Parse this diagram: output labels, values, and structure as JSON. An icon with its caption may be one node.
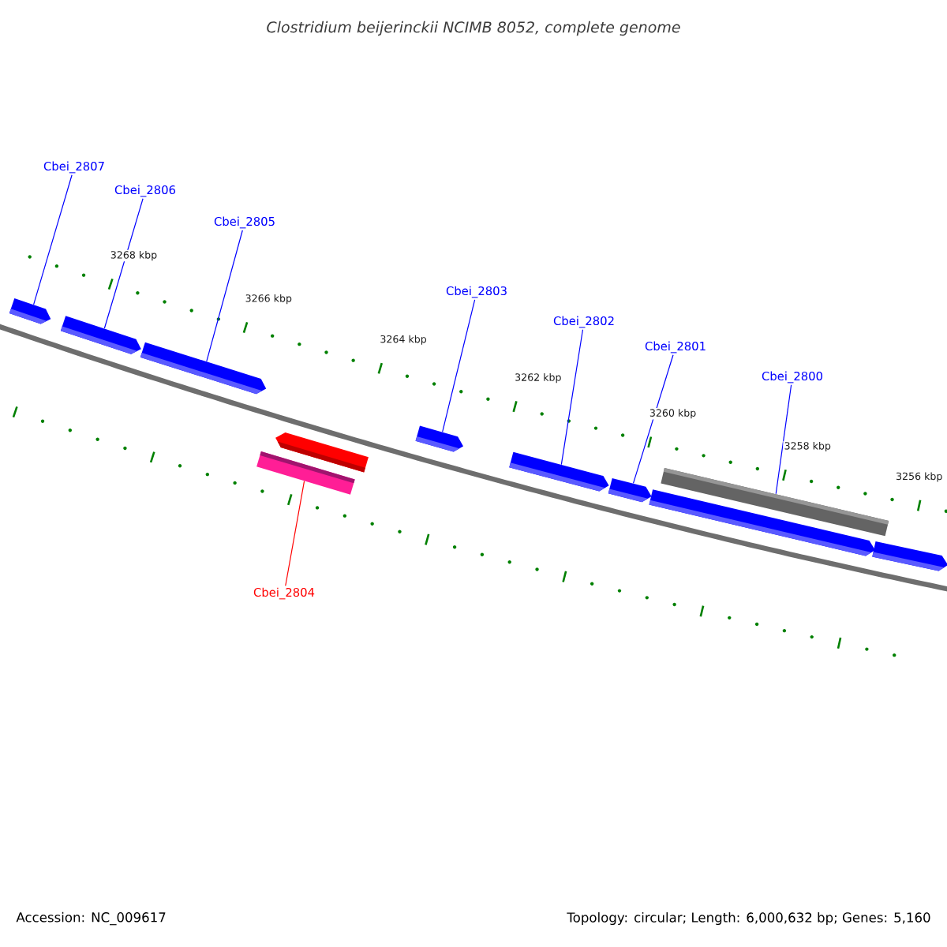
{
  "diagram": {
    "title": "Clostridium beijerinckii NCIMB 8052, complete genome",
    "nodes": [
      {
        "text": [
          "Cbei_2807"
        ]
      },
      {
        "text": [
          "Cbei_2806"
        ]
      },
      {
        "text": [
          "Cbei_2805"
        ]
      },
      {
        "text": [
          "Cbei_2803"
        ]
      },
      {
        "text": [
          "Cbei_2802"
        ]
      },
      {
        "text": [
          "Cbei_2801"
        ]
      },
      {
        "text": [
          "Cbei_2800"
        ]
      },
      {
        "text": [
          "Cbei_2804"
        ]
      },
      {
        "text": [],
        "shape": "arrow"
      },
      {
        "text": [],
        "shape": "arrow"
      },
      {
        "text": [],
        "shape": "arrow"
      },
      {
        "text": [],
        "shape": "box"
      },
      {
        "text": [],
        "shape": "arrow"
      },
      {
        "text": [],
        "shape": "arrow"
      },
      {
        "text": [],
        "shape": "arrow"
      },
      {
        "text": [],
        "shape": "arrow"
      },
      {
        "text": [],
        "shape": "arrow"
      },
      {
        "text": [],
        "shape": "box"
      },
      {
        "text": [],
        "shape": "arrow"
      }
    ],
    "edges": [
      {
        "from": 0,
        "to": 8,
        "arrow": "none"
      },
      {
        "from": 1,
        "to": 9,
        "arrow": "none"
      },
      {
        "from": 2,
        "to": 10,
        "arrow": "none"
      },
      {
        "from": 3,
        "to": 13,
        "arrow": "none"
      },
      {
        "from": 4,
        "to": 14,
        "arrow": "none"
      },
      {
        "from": 5,
        "to": 15,
        "arrow": "none"
      },
      {
        "from": 6,
        "to": 17,
        "arrow": "none"
      },
      {
        "from": 7,
        "to": 11,
        "arrow": "none",
        "color": "#ff0000"
      }
    ],
    "labels": [
      "3268 kbp",
      "3266 kbp",
      "3264 kbp",
      "3262 kbp",
      "3260 kbp",
      "3258 kbp",
      "3256 kbp",
      "Accession: NC_009617",
      "Topology: circular; Length: 6,000,632 bp; Genes: 5,160"
    ]
  }
}
